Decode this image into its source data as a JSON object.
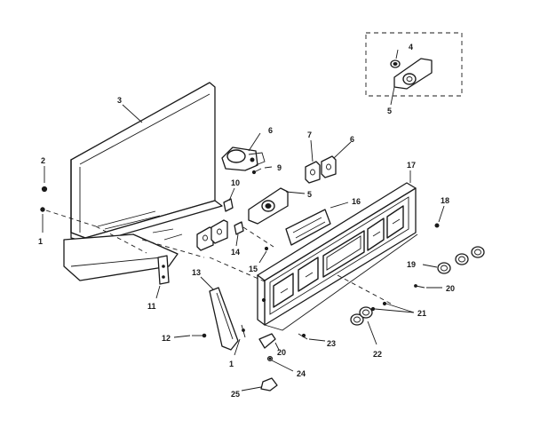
{
  "callouts": [
    {
      "id": "c1",
      "text": "1"
    },
    {
      "id": "c2",
      "text": "2"
    },
    {
      "id": "c3",
      "text": "3"
    },
    {
      "id": "c4",
      "text": "4"
    },
    {
      "id": "c5a",
      "text": "5"
    },
    {
      "id": "c5b",
      "text": "5"
    },
    {
      "id": "c6a",
      "text": "6"
    },
    {
      "id": "c6b",
      "text": "6"
    },
    {
      "id": "c7",
      "text": "7"
    },
    {
      "id": "c9",
      "text": "9"
    },
    {
      "id": "c10",
      "text": "10"
    },
    {
      "id": "c11",
      "text": "11"
    },
    {
      "id": "c12",
      "text": "12"
    },
    {
      "id": "c13",
      "text": "13"
    },
    {
      "id": "c14",
      "text": "14"
    },
    {
      "id": "c15",
      "text": "15"
    },
    {
      "id": "c16",
      "text": "16"
    },
    {
      "id": "c17",
      "text": "17"
    },
    {
      "id": "c18",
      "text": "18"
    },
    {
      "id": "c19",
      "text": "19"
    },
    {
      "id": "c20a",
      "text": "20"
    },
    {
      "id": "c20b",
      "text": "20"
    },
    {
      "id": "c1b",
      "text": "1"
    },
    {
      "id": "c21",
      "text": "21"
    },
    {
      "id": "c22",
      "text": "22"
    },
    {
      "id": "c23",
      "text": "23"
    },
    {
      "id": "c24",
      "text": "24"
    },
    {
      "id": "c25",
      "text": "25"
    }
  ]
}
